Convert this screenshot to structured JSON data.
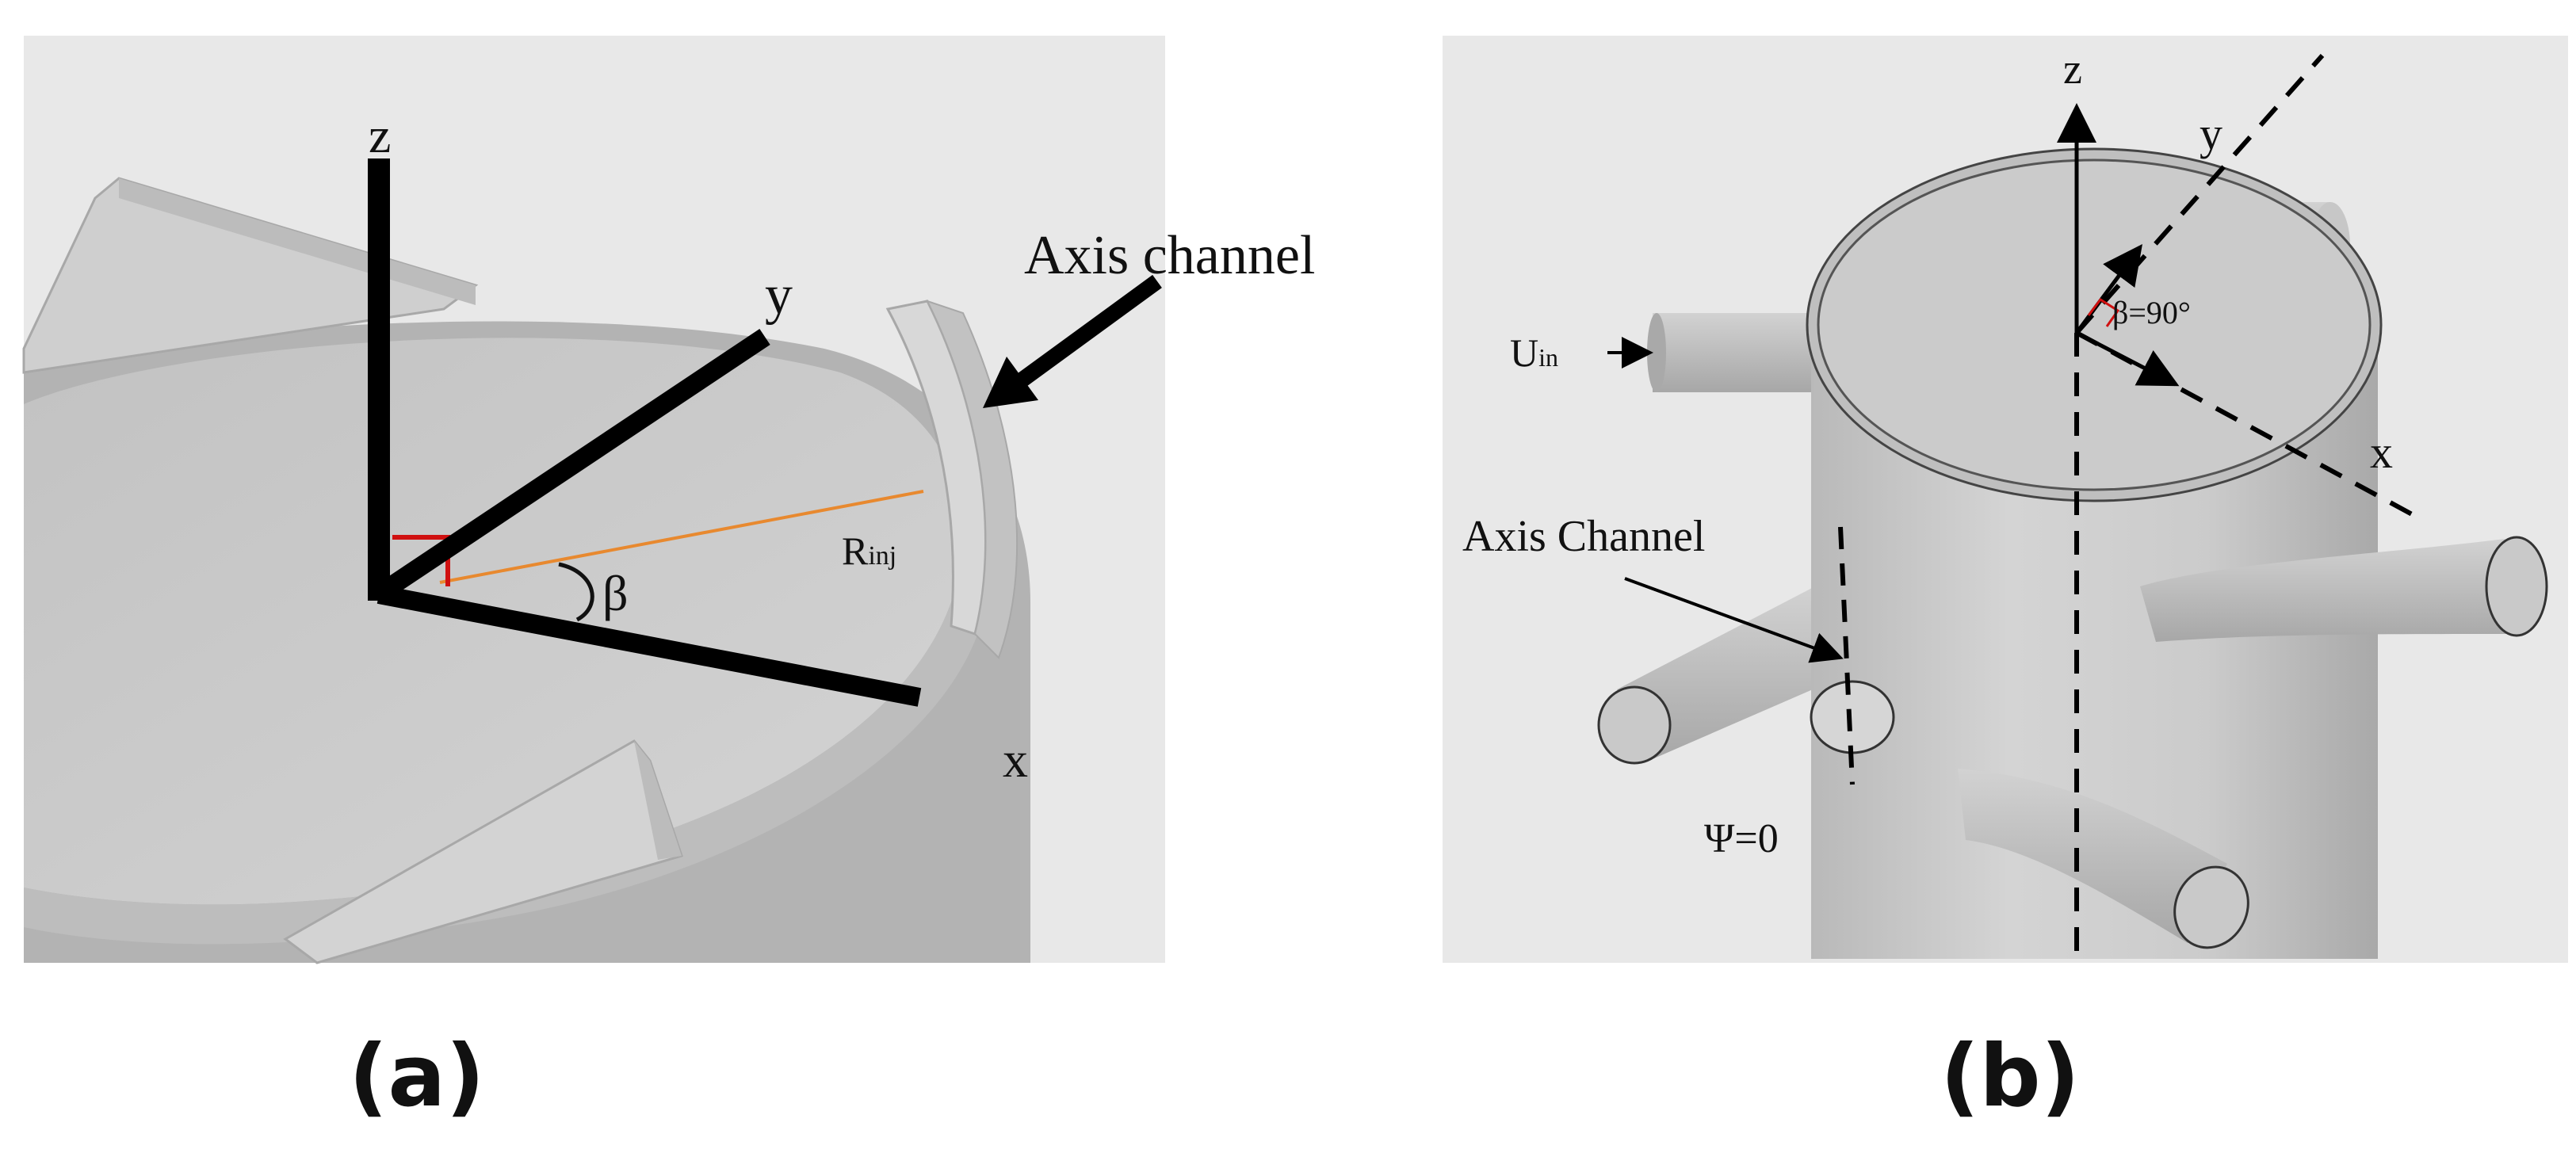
{
  "panel_a": {
    "label": "(a)",
    "axis_z": "z",
    "axis_y": "y",
    "axis_x": "x",
    "angle_label": "β",
    "radius_label_main": "R",
    "radius_label_sub": "inj",
    "callout": "Axis channel"
  },
  "panel_b": {
    "label": "(b)",
    "axis_z": "z",
    "axis_y": "y",
    "axis_x": "x",
    "angle_label": "β=90°",
    "inlet_main": "U",
    "inlet_sub": "in",
    "callout": "Axis Channel",
    "psi_label": "Ψ=0"
  },
  "colors": {
    "background": "#e8e8e8",
    "surface": "#c9c9c9",
    "surface_light": "#d6d6d6",
    "rim": "#bcbcbc",
    "axis": "#000000",
    "radius_line": "#e8892f",
    "right_angle_mark": "#d01010"
  }
}
